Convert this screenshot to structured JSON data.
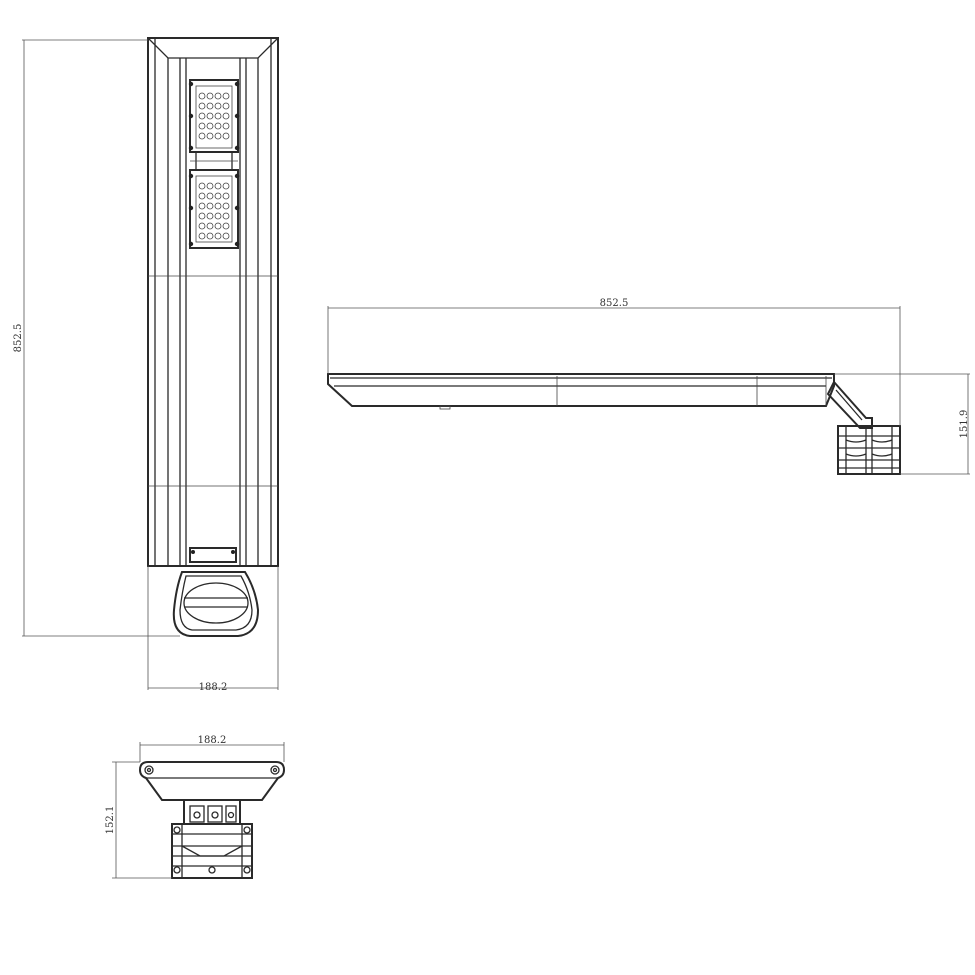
{
  "dimensions": {
    "top_view_length": "852.5",
    "top_view_width": "188.2",
    "side_view_length": "852.5",
    "side_view_height": "151.9",
    "end_view_width": "188.2",
    "end_view_height": "152.1"
  }
}
